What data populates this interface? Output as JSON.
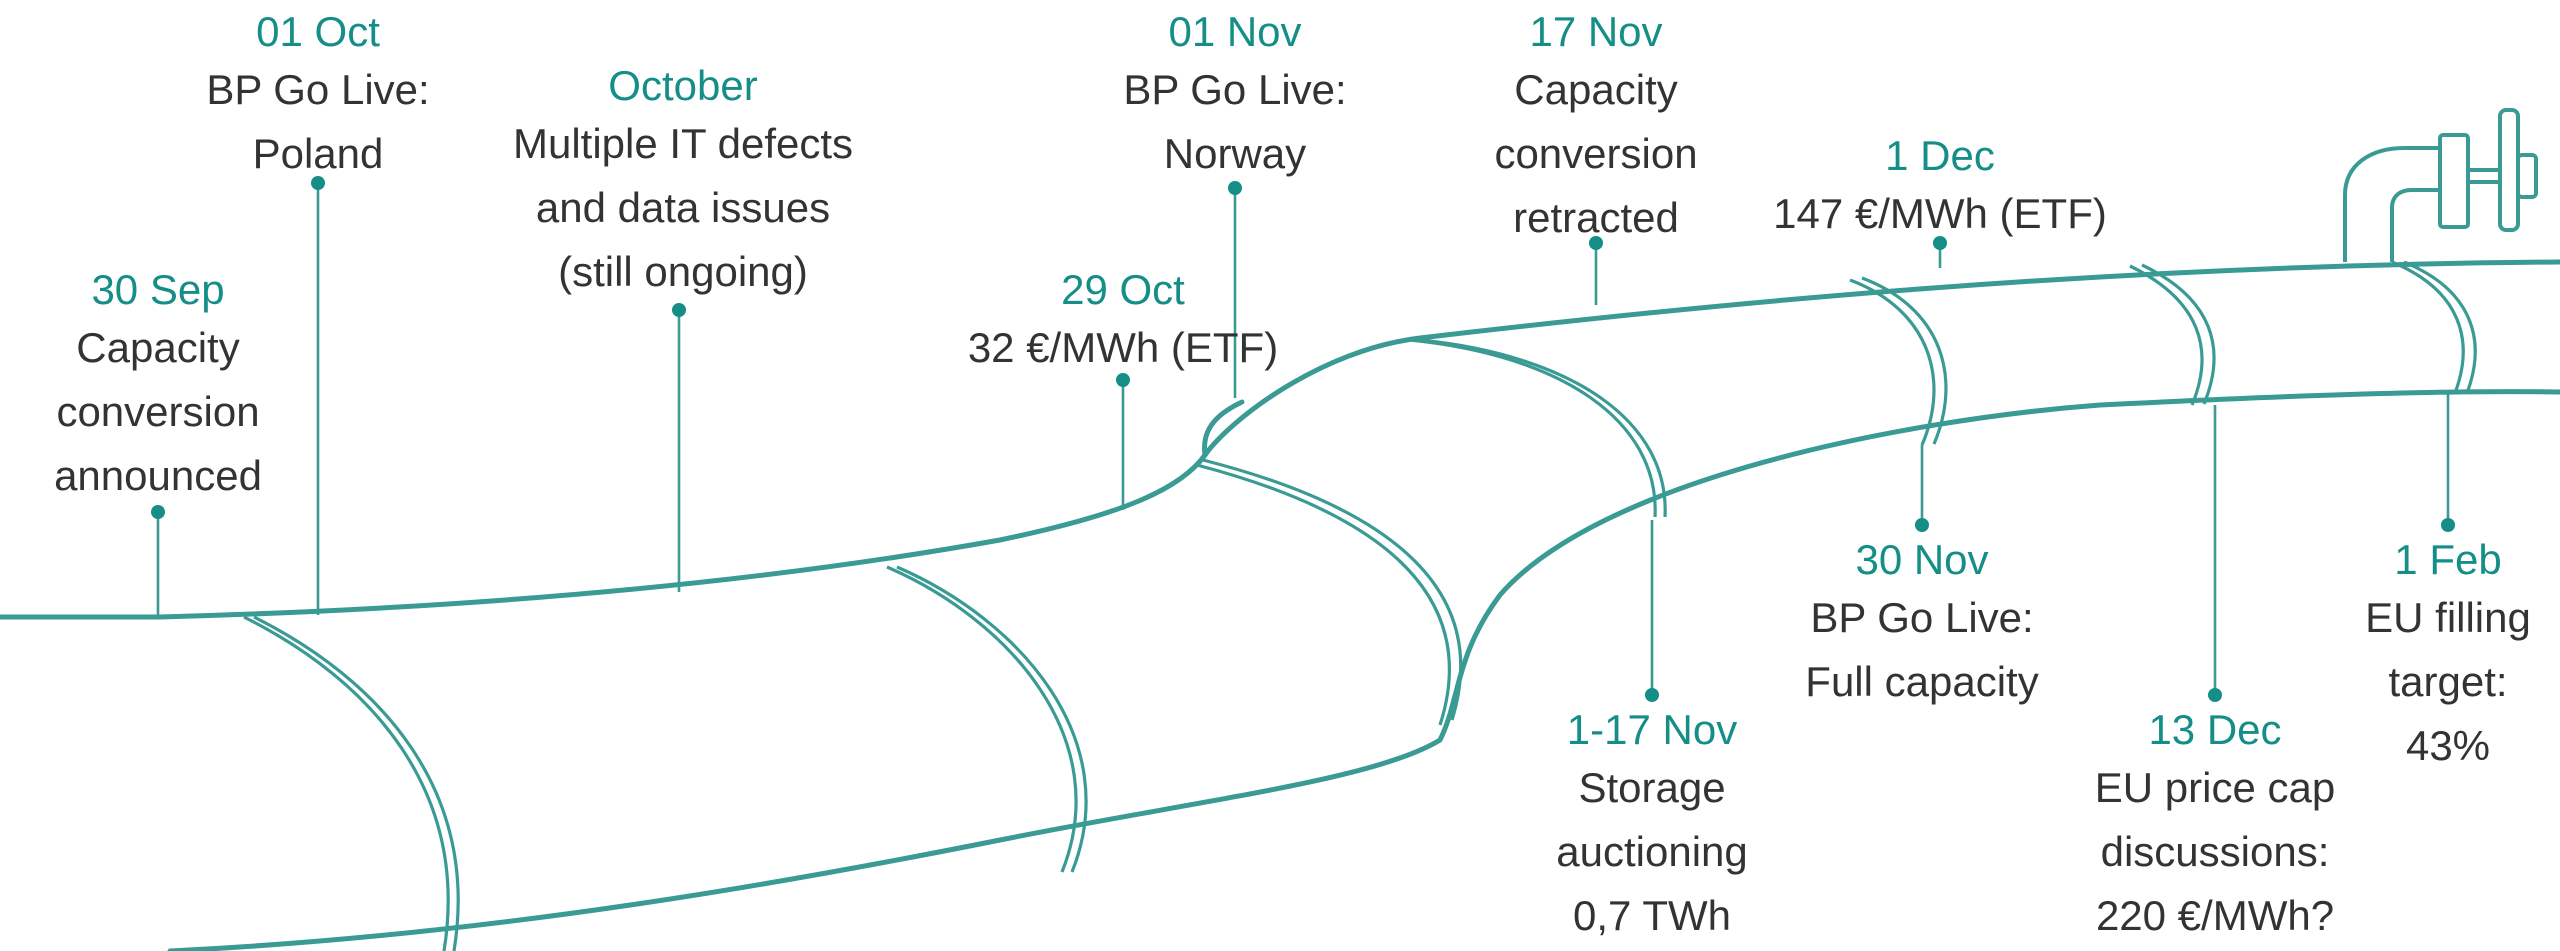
{
  "colors": {
    "accent": "#148e87",
    "pipe": "#3a9a94",
    "text": "#333333"
  },
  "icons": [
    "valve-icon"
  ],
  "events": {
    "e30sep": {
      "date": "30 Sep",
      "lines": [
        "Capacity",
        "conversion",
        "announced"
      ]
    },
    "e01oct": {
      "date": "01 Oct",
      "lines": [
        "BP Go Live:",
        "Poland"
      ]
    },
    "eoct": {
      "date": "October",
      "lines": [
        "Multiple IT defects",
        "and data issues",
        "(still ongoing)"
      ]
    },
    "e29oct": {
      "date": "29 Oct",
      "lines": [
        "32 €/MWh (ETF)"
      ]
    },
    "e01nov": {
      "date": "01 Nov",
      "lines": [
        "BP Go Live:",
        "Norway"
      ]
    },
    "e17nov": {
      "date": "17 Nov",
      "lines": [
        "Capacity",
        "conversion",
        "retracted"
      ]
    },
    "e1dec": {
      "date": "1 Dec",
      "lines": [
        "147 €/MWh (ETF)"
      ]
    },
    "e1_17nov": {
      "date": "1-17 Nov",
      "lines": [
        "Storage",
        "auctioning",
        "0,7 TWh"
      ]
    },
    "e30nov": {
      "date": "30 Nov",
      "lines": [
        "BP Go Live:",
        "Full capacity"
      ]
    },
    "e13dec": {
      "date": "13 Dec",
      "lines": [
        "EU price cap",
        "discussions:",
        "220 €/MWh?"
      ]
    },
    "e1feb": {
      "date": "1 Feb",
      "lines": [
        "EU filling",
        "target:",
        "43%"
      ]
    }
  }
}
